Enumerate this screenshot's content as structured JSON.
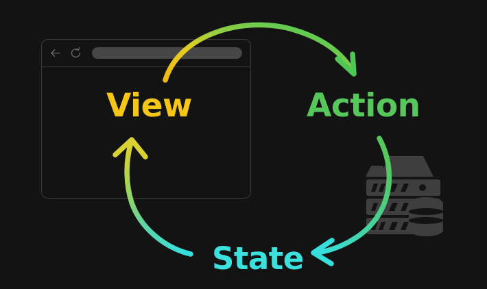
{
  "diagram": {
    "title": "View Action State cycle",
    "background_color": "#131313"
  },
  "browser": {
    "back_icon": "back-arrow-icon",
    "reload_icon": "reload-icon",
    "address_bar_value": "",
    "address_bar_placeholder": "",
    "border_color": "#3a3a3a",
    "address_bar_color": "#464646"
  },
  "nodes": [
    {
      "key": "view",
      "label": "View",
      "color": "#F5C518"
    },
    {
      "key": "action",
      "label": "Action",
      "color": "#57C75C"
    },
    {
      "key": "state",
      "label": "State",
      "color": "#3CE0DC"
    }
  ],
  "arrows": [
    {
      "key": "view-to-action",
      "from": "View",
      "to": "Action",
      "from_color": "#F3C417",
      "to_color": "#57C75C"
    },
    {
      "key": "action-to-state",
      "from": "Action",
      "to": "State",
      "from_color": "#57C75C",
      "to_color": "#3CE0DC"
    },
    {
      "key": "state-to-view",
      "from": "State",
      "to": "View",
      "from_color": "#3CE0DC",
      "to_color": "#D7D336"
    }
  ],
  "infrastructure": {
    "server_icon": "server-rack-icon",
    "database_icon": "database-icon",
    "color": "#3E3E3E"
  }
}
